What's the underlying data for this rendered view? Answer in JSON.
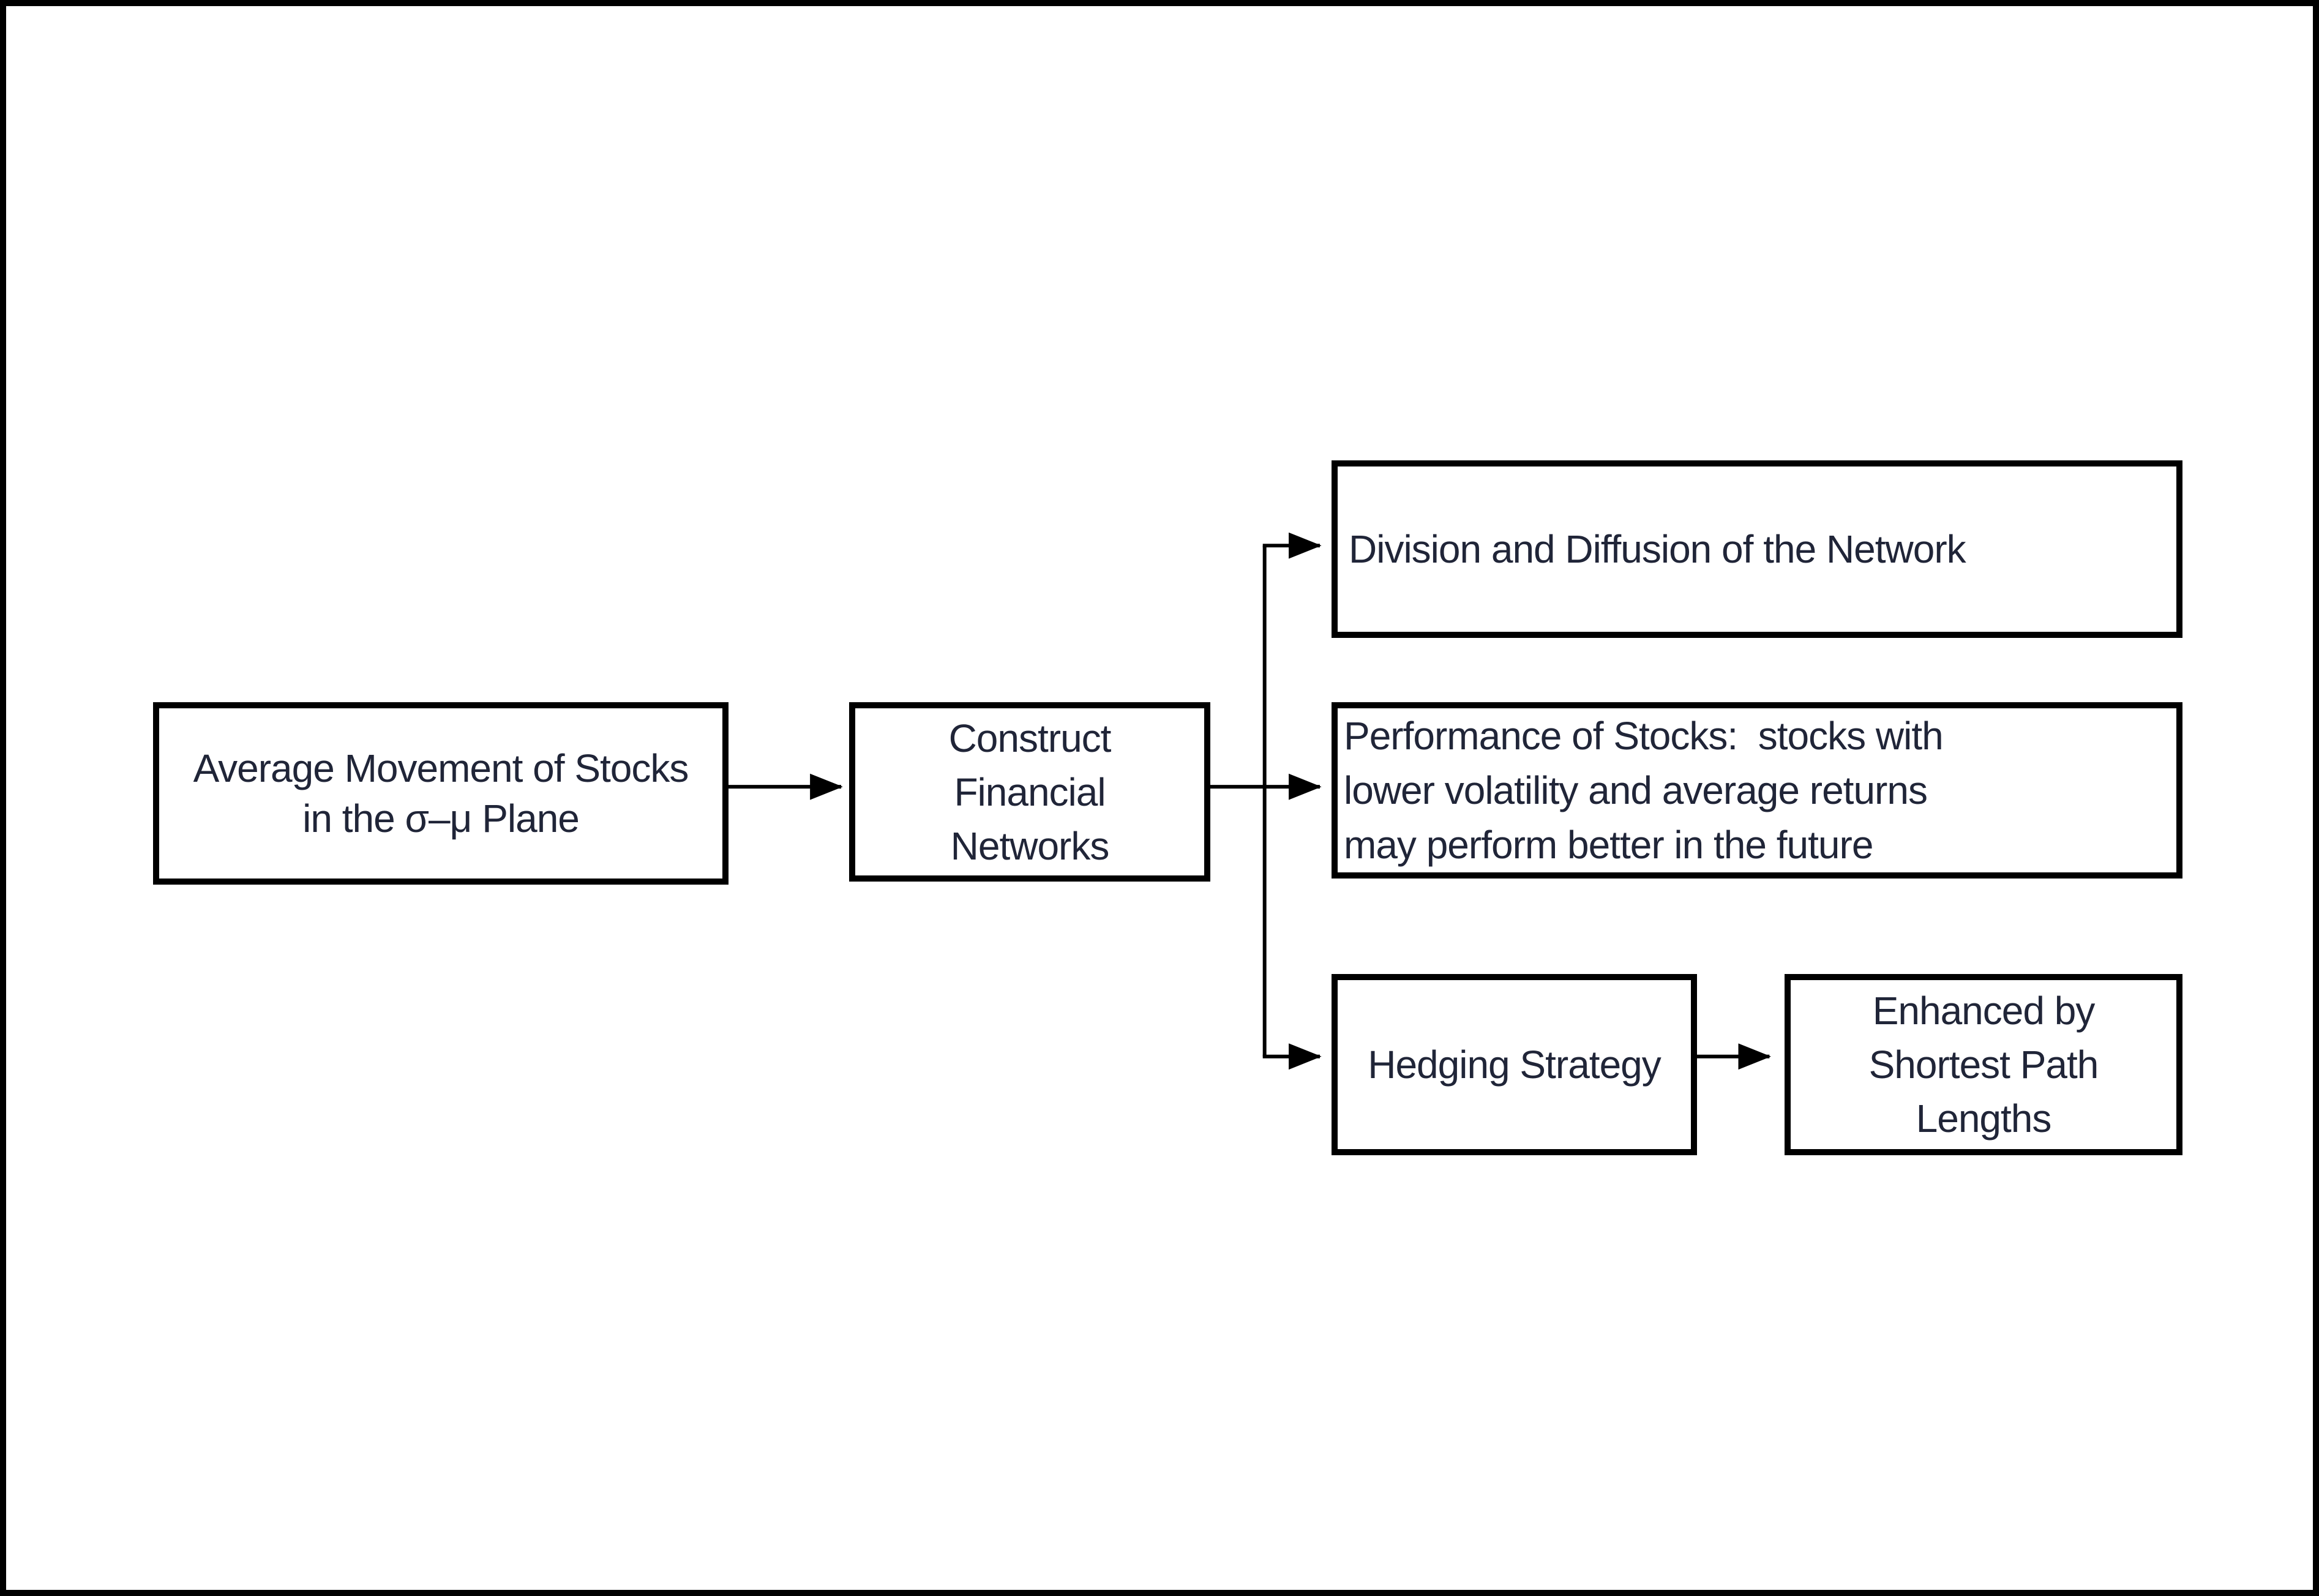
{
  "figure": {
    "type": "flowchart",
    "background": "#ffffff",
    "frame_color": "#000000",
    "line_color": "#000000",
    "text_color": "#202538",
    "nodes": [
      {
        "id": "avg-movement",
        "label": "Average Movement of Stocks in the σ–μ Plane",
        "lines": [
          "Average Movement of Stocks",
          "in the σ–μ Plane"
        ]
      },
      {
        "id": "construct-networks",
        "label": "Construct Financial Networks",
        "lines": [
          "Construct",
          "Financial",
          "Networks"
        ]
      },
      {
        "id": "division-diffusion",
        "label": "Division and Diffusion of the Network",
        "lines": [
          "Division and Diffusion of the Network"
        ]
      },
      {
        "id": "performance-stocks",
        "label": "Performance of Stocks: stocks with lower volatility and average returns may perform better in the future",
        "lines": [
          "Performance of Stocks:  stocks with",
          "lower volatility and average returns",
          "may perform better in the future"
        ]
      },
      {
        "id": "hedging-strategy",
        "label": "Hedging Strategy",
        "lines": [
          "Hedging Strategy"
        ]
      },
      {
        "id": "enhanced-shortest-path",
        "label": "Enhanced by Shortest Path Lengths",
        "lines": [
          "Enhanced by",
          "Shortest Path",
          "Lengths"
        ]
      }
    ],
    "edges": [
      {
        "from": "avg-movement",
        "to": "construct-networks"
      },
      {
        "from": "construct-networks",
        "to": "division-diffusion"
      },
      {
        "from": "construct-networks",
        "to": "performance-stocks"
      },
      {
        "from": "construct-networks",
        "to": "hedging-strategy"
      },
      {
        "from": "hedging-strategy",
        "to": "enhanced-shortest-path"
      }
    ]
  }
}
